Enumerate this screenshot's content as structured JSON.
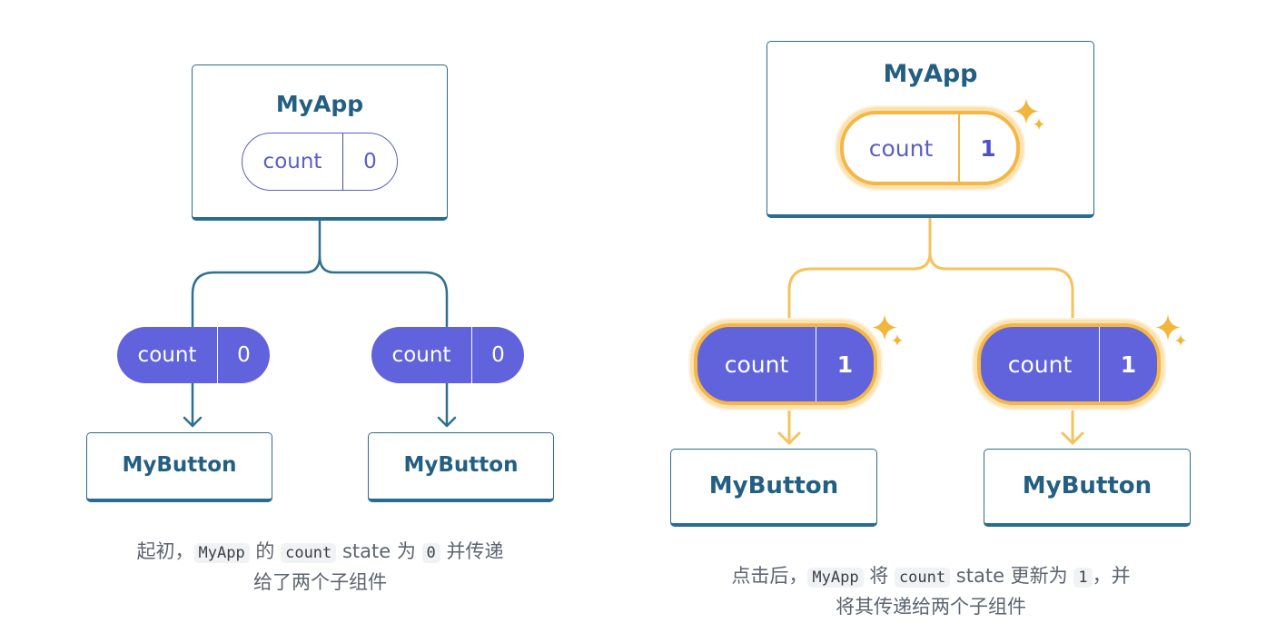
{
  "colors": {
    "box_border": "#2b6c8e",
    "box_title": "#235f82",
    "wire_initial": "#2f6f8f",
    "wire_highlight": "#f5c25c",
    "pill_fill": "#6063db",
    "pill_outline": "#5b5fc4",
    "highlight_ring": "#f5b645",
    "sparkle": "#f3b63c",
    "caption_text": "#5c6470"
  },
  "left": {
    "parent": {
      "title": "MyApp",
      "state_label": "count",
      "state_value": "0"
    },
    "children": [
      {
        "prop_label": "count",
        "prop_value": "0",
        "component": "MyButton"
      },
      {
        "prop_label": "count",
        "prop_value": "0",
        "component": "MyButton"
      }
    ],
    "caption": {
      "w1": "起初，",
      "c1": "MyApp",
      "w2": " 的 ",
      "c2": "count",
      "w3": " state 为 ",
      "c3": "0",
      "w4": " 并传递",
      "line2": "给了两个子组件"
    }
  },
  "right": {
    "parent": {
      "title": "MyApp",
      "state_label": "count",
      "state_value": "1"
    },
    "children": [
      {
        "prop_label": "count",
        "prop_value": "1",
        "component": "MyButton"
      },
      {
        "prop_label": "count",
        "prop_value": "1",
        "component": "MyButton"
      }
    ],
    "caption": {
      "w1": "点击后，",
      "c1": "MyApp",
      "w2": " 将 ",
      "c2": "count",
      "w3": " state 更新为 ",
      "c3": "1",
      "w4": "，并",
      "line2": "将其传递给两个子组件"
    }
  },
  "icons": [
    "sparkle-icon",
    "arrow-down-icon"
  ]
}
